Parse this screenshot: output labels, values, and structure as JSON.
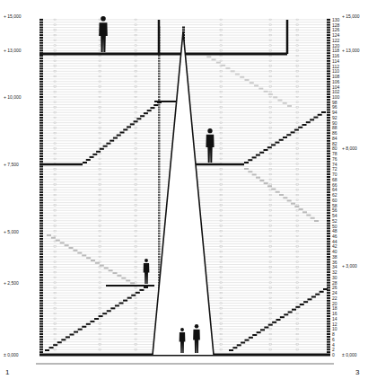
{
  "diagram": {
    "labels": [
      "+ 15,000",
      "+ 13,000",
      "+ 10,000",
      "+ 7,500",
      "+ 5,000",
      "+ 2,500",
      "± 0,000",
      "+ 15,000",
      "+ 13,000",
      "+ 8,000",
      "+ 3,000",
      "± 0,000",
      "0",
      "2",
      "4",
      "6",
      "8",
      "10",
      "12",
      "14",
      "16",
      "18",
      "20",
      "22",
      "24",
      "26",
      "28",
      "30",
      "32",
      "34",
      "36",
      "38",
      "40",
      "42",
      "44",
      "46",
      "48",
      "50",
      "52",
      "54",
      "56",
      "58",
      "60",
      "62",
      "64",
      "66",
      "68",
      "70",
      "72",
      "74",
      "76",
      "78",
      "80",
      "82",
      "84",
      "86",
      "88",
      "90",
      "92",
      "94",
      "96",
      "98",
      "100",
      "102",
      "104",
      "106",
      "108",
      "110",
      "112",
      "114",
      "116",
      "118",
      "120",
      "122",
      "124",
      "126",
      "128",
      "130",
      "1",
      "3"
    ]
  }
}
